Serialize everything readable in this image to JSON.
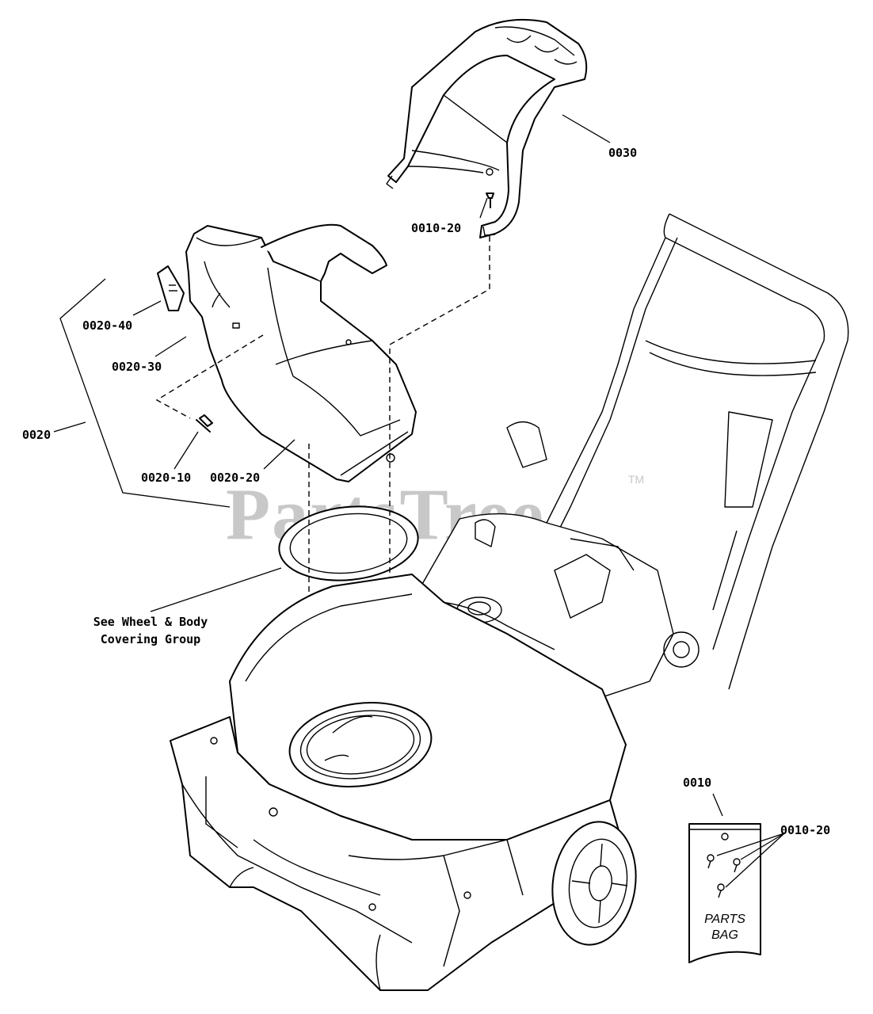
{
  "watermark": {
    "text": "PartsTree",
    "trademark": "TM"
  },
  "callouts": {
    "p0030": "0030",
    "p0010_20_top": "0010-20",
    "p0020_40": "0020-40",
    "p0020_30": "0020-30",
    "p0020": "0020",
    "p0020_10": "0020-10",
    "p0020_20": "0020-20",
    "p0010": "0010",
    "p0010_20_bag": "0010-20"
  },
  "note": {
    "line1": "See Wheel & Body",
    "line2": "Covering Group"
  },
  "parts_bag": {
    "line1": "PARTS",
    "line2": "BAG"
  }
}
